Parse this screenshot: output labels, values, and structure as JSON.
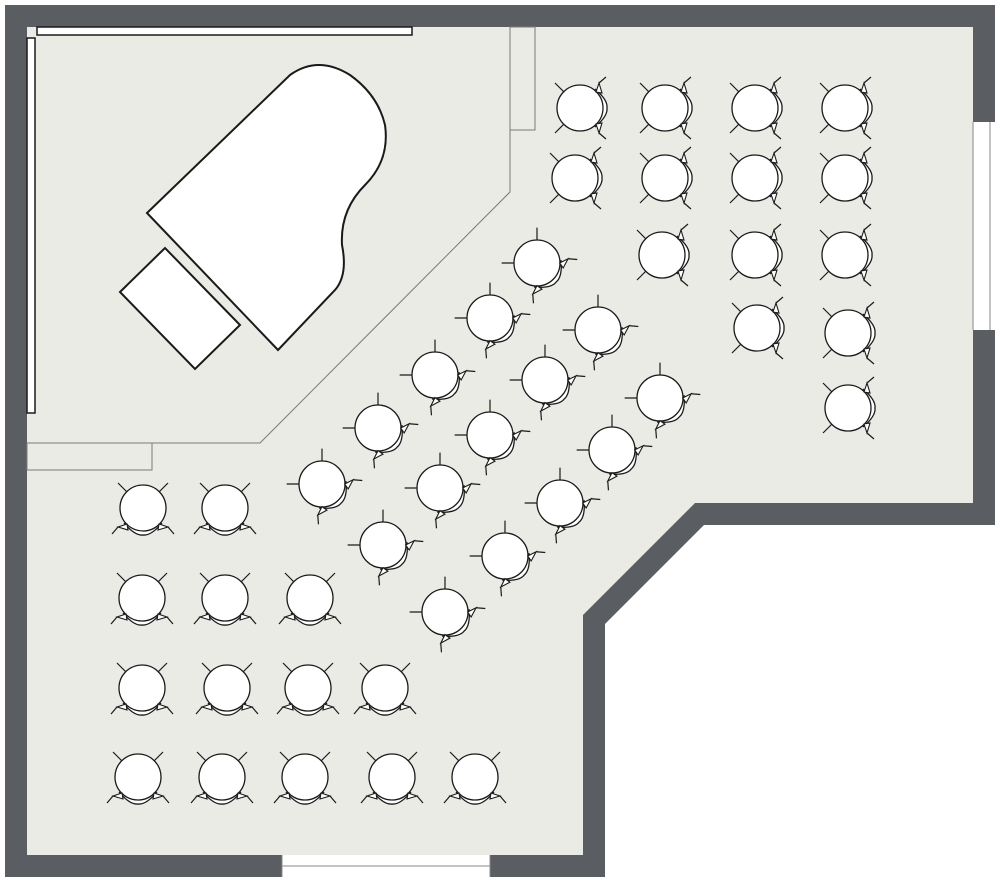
{
  "colors": {
    "wall": "#5a5e63",
    "floor": "#ebebe5",
    "furniture_fill": "#ffffff",
    "furniture_stroke": "#1a1a1a",
    "stage_line": "#7a7a7a"
  },
  "furniture": {
    "piano": "grand-piano",
    "bench": "piano-bench",
    "chair": "chair"
  }
}
